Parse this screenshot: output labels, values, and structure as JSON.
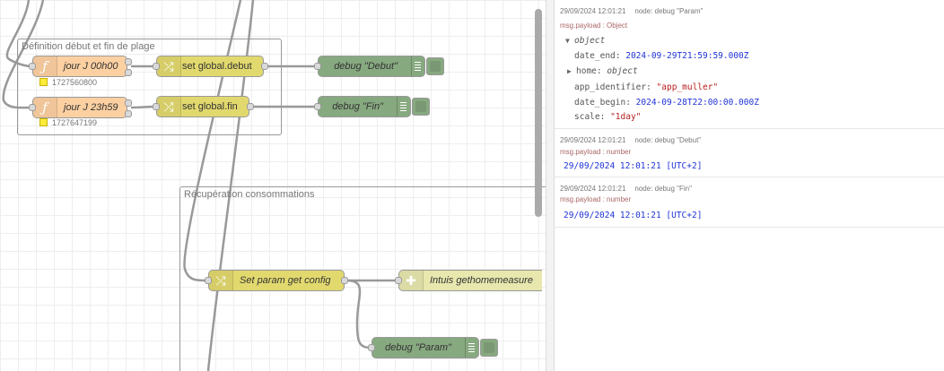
{
  "canvas": {
    "groups": [
      {
        "label": "Définition début et fin de plage"
      },
      {
        "label": "Récupération consommations"
      }
    ],
    "nodes": {
      "jour_j_00h00": {
        "label": "jour J 00h00",
        "status": "1727560800"
      },
      "jour_j_23h59": {
        "label": "jour J 23h59",
        "status": "1727647199"
      },
      "set_global_debut": {
        "label": "set global.debut"
      },
      "set_global_fin": {
        "label": "set global.fin"
      },
      "debug_debut": {
        "label": "debug \"Debut\""
      },
      "debug_fin": {
        "label": "debug \"Fin\""
      },
      "set_param": {
        "label": "Set param get config"
      },
      "intuis": {
        "label": "Intuis gethomemeasure"
      },
      "debug_param": {
        "label": "debug \"Param\""
      }
    },
    "icons": {
      "function": "function-icon",
      "change": "shuffle-icon",
      "debug": "list-icon",
      "http": "plugin-icon"
    },
    "colors": {
      "function": "#fdd0a2",
      "change": "#e2d96e",
      "debug": "#87a980",
      "http": "#e7e7ae"
    }
  },
  "debug_sidebar": {
    "messages": [
      {
        "timestamp": "29/09/2024 12:01:21",
        "node": "node: debug \"Param\"",
        "topic": "msg.payload : Object",
        "object_label": "object",
        "fields": [
          {
            "key": "date_end",
            "value": "2024-09-29T21:59:59.000Z",
            "kind": "date"
          },
          {
            "key": "home",
            "value": "object",
            "kind": "type"
          },
          {
            "key": "app_identifier",
            "value": "\"app_muller\"",
            "kind": "string"
          },
          {
            "key": "date_begin",
            "value": "2024-09-28T22:00:00.000Z",
            "kind": "date"
          },
          {
            "key": "scale",
            "value": "\"1day\"",
            "kind": "string"
          }
        ]
      },
      {
        "timestamp": "29/09/2024 12:01:21",
        "node": "node: debug \"Debut\"",
        "topic": "msg.payload : number",
        "value": "29/09/2024 12:01:21 [UTC+2]"
      },
      {
        "timestamp": "29/09/2024 12:01:21",
        "node": "node: debug \"Fin\"",
        "topic": "msg.payload : number",
        "value": "29/09/2024 12:01:21 [UTC+2]"
      }
    ]
  }
}
